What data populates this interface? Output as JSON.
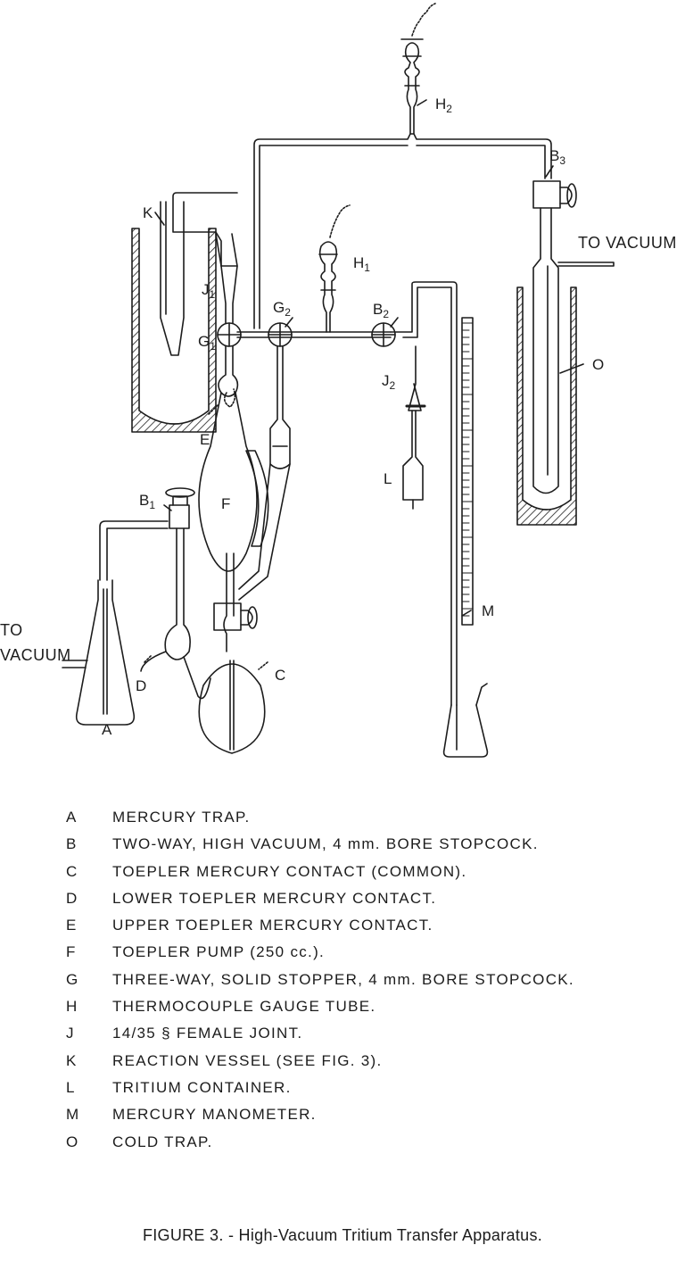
{
  "diagram": {
    "labels": {
      "A": "A",
      "B1": "B",
      "B1_sub": "1",
      "B2": "B",
      "B2_sub": "2",
      "B3": "B",
      "B3_sub": "3",
      "C": "C",
      "D": "D",
      "E": "E",
      "F": "F",
      "G1": "G",
      "G1_sub": "1",
      "G2": "G",
      "G2_sub": "2",
      "H1": "H",
      "H1_sub": "1",
      "H2": "H",
      "H2_sub": "2",
      "J1": "J",
      "J1_sub": "1",
      "J2": "J",
      "J2_sub": "2",
      "K": "K",
      "L": "L",
      "M": "M",
      "O": "O",
      "to_vacuum_right": "TO VACUUM",
      "to_vacuum_left_1": "TO",
      "to_vacuum_left_2": "VACUUM"
    }
  },
  "legend": [
    {
      "key": "A",
      "text": "MERCURY TRAP."
    },
    {
      "key": "B",
      "text": "TWO-WAY, HIGH VACUUM, 4 mm. BORE STOPCOCK."
    },
    {
      "key": "C",
      "text": "TOEPLER MERCURY CONTACT (COMMON)."
    },
    {
      "key": "D",
      "text": "LOWER TOEPLER MERCURY CONTACT."
    },
    {
      "key": "E",
      "text": "UPPER TOEPLER MERCURY CONTACT."
    },
    {
      "key": "F",
      "text": "TOEPLER PUMP (250 cc.)."
    },
    {
      "key": "G",
      "text": "THREE-WAY, SOLID STOPPER, 4 mm. BORE STOPCOCK."
    },
    {
      "key": "H",
      "text": "THERMOCOUPLE GAUGE TUBE."
    },
    {
      "key": "J",
      "text": "14/35 § FEMALE JOINT."
    },
    {
      "key": "K",
      "text": "REACTION VESSEL (SEE FIG. 3)."
    },
    {
      "key": "L",
      "text": "TRITIUM CONTAINER."
    },
    {
      "key": "M",
      "text": "MERCURY MANOMETER."
    },
    {
      "key": "O",
      "text": "COLD TRAP."
    }
  ],
  "caption": "FIGURE 3. - High-Vacuum Tritium Transfer Apparatus."
}
